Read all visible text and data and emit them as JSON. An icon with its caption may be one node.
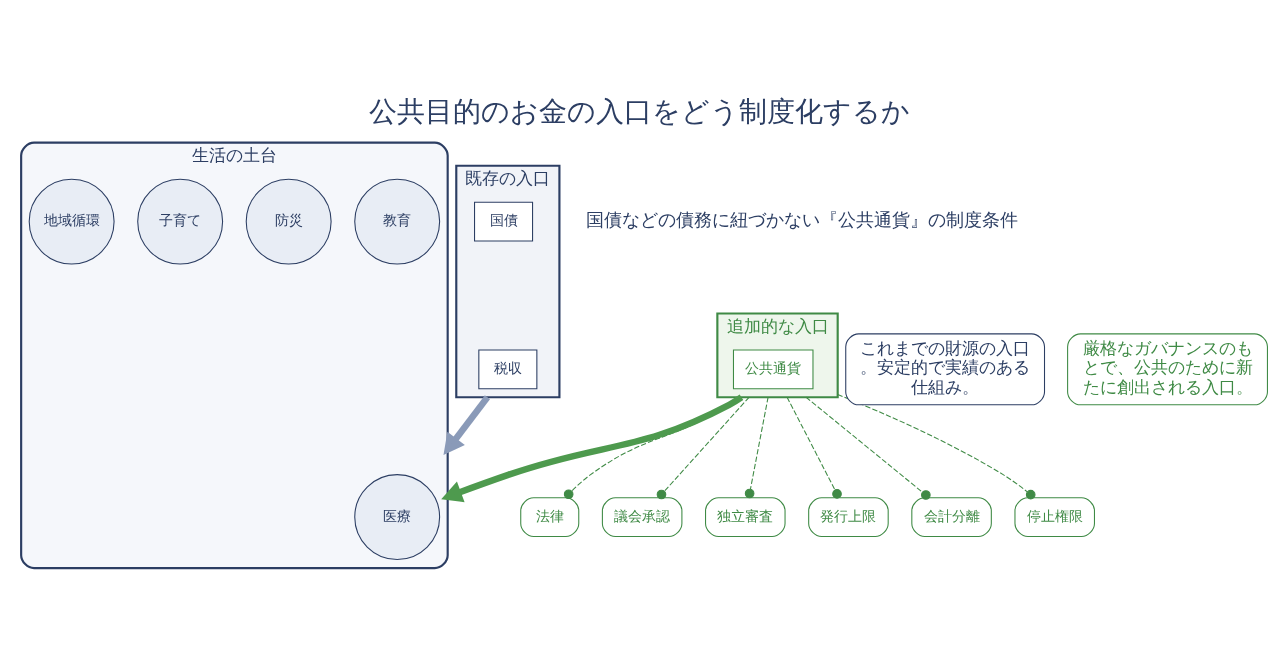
{
  "diagram": {
    "title": "公共目的のお金の入口をどう制度化するか",
    "nodes": [
      {
        "text": [
          "既存の入口"
        ]
      },
      {
        "text": [
          "税収"
        ],
        "in": 0
      },
      {
        "text": [
          "国債"
        ],
        "in": 0
      },
      {
        "text": [
          "追加的な入口"
        ]
      },
      {
        "text": [
          "公共通貨"
        ],
        "in": 3
      },
      {
        "text": [
          "法律"
        ]
      },
      {
        "text": [
          "議会承認"
        ]
      },
      {
        "text": [
          "独立審査"
        ]
      },
      {
        "text": [
          "発行上限"
        ]
      },
      {
        "text": [
          "会計分離"
        ]
      },
      {
        "text": [
          "停止権限"
        ]
      },
      {
        "text": [
          "これまでの財源の入口。安定的で実績のある仕組み。"
        ]
      },
      {
        "text": [
          "厳格なガバナンスのもとで、公共のために新たに創出される入口。"
        ]
      },
      {
        "text": [
          "生活の土台"
        ]
      },
      {
        "text": [
          "医療"
        ],
        "in": 13
      },
      {
        "text": [
          "教育"
        ],
        "in": 13
      },
      {
        "text": [
          "防災"
        ],
        "in": 13
      },
      {
        "text": [
          "子育て"
        ],
        "in": 13
      },
      {
        "text": [
          "地域循環"
        ],
        "in": 13
      }
    ],
    "edges": [
      {
        "from": 0,
        "to": 13,
        "arrow": "to",
        "style": "thick",
        "color": "#8a9ab8"
      },
      {
        "from": 3,
        "to": 13,
        "arrow": "to",
        "style": "thick",
        "color": "#4e9a4e"
      },
      {
        "from": 3,
        "to": 5,
        "arrow": "other",
        "style": "dashed"
      },
      {
        "from": 3,
        "to": 6,
        "arrow": "other",
        "style": "dashed"
      },
      {
        "from": 3,
        "to": 7,
        "arrow": "other",
        "style": "dashed"
      },
      {
        "from": 3,
        "to": 8,
        "arrow": "other",
        "style": "dashed"
      },
      {
        "from": 3,
        "to": 9,
        "arrow": "other",
        "style": "dashed"
      },
      {
        "from": 3,
        "to": 10,
        "arrow": "other",
        "style": "dashed"
      }
    ],
    "labels": [
      "国債などの債務に紐づかない『公共通貨』の制度条件"
    ]
  }
}
